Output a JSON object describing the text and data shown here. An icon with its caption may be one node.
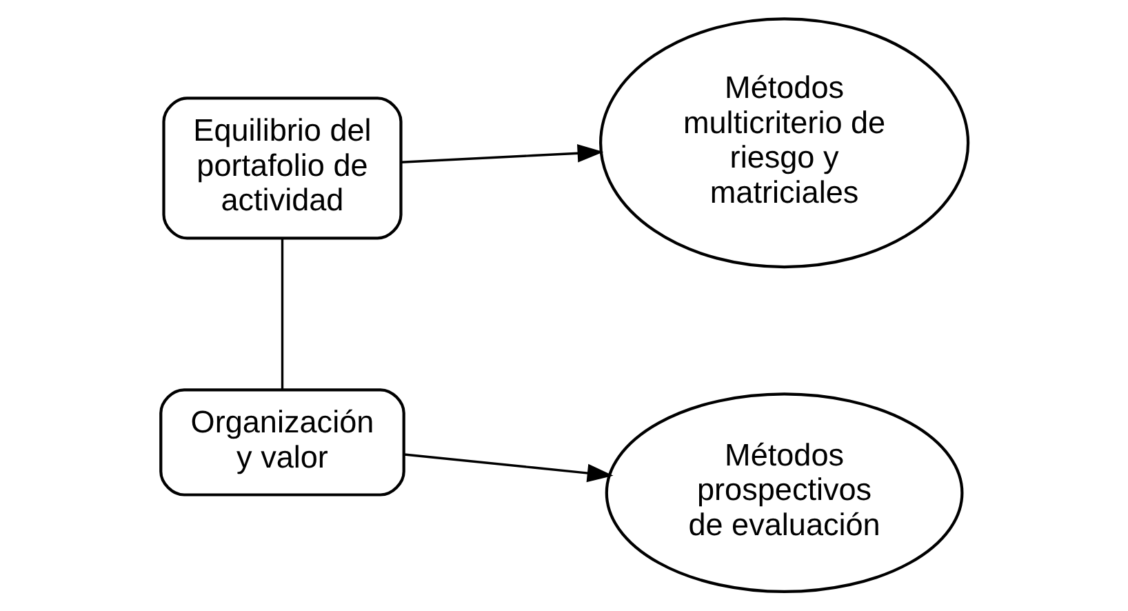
{
  "diagram": {
    "nodes": [
      {
        "text": [
          "Equilibrio del portafolio de actividad"
        ]
      },
      {
        "text": [
          "Métodos multicriterio de riesgo y matriciales"
        ]
      },
      {
        "text": [
          "Organización y valor"
        ]
      },
      {
        "text": [
          "Métodos prospectivos de evaluación"
        ]
      }
    ],
    "edges": [
      {
        "from": 0,
        "to": 1,
        "arrow": "to"
      },
      {
        "from": 0,
        "to": 2,
        "arrow": "none"
      },
      {
        "from": 2,
        "to": 3,
        "arrow": "to"
      }
    ]
  }
}
